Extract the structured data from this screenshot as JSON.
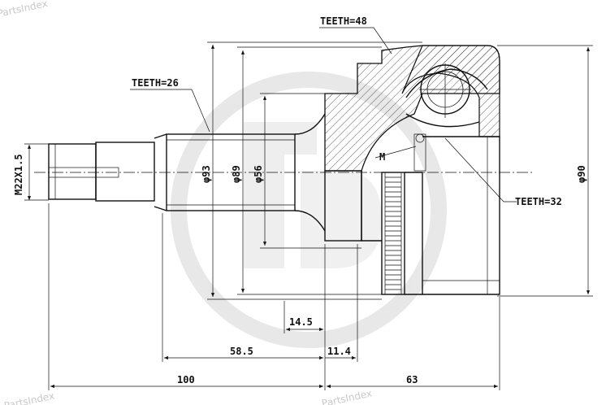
{
  "watermark": {
    "text_left": "PartsIndex",
    "text_bottom_left": "PartsIndex",
    "text_bottom_right": "PartsIndex"
  },
  "labels": {
    "teeth_outer": "TEETH=48",
    "teeth_spline": "TEETH=26",
    "teeth_inner": "TEETH=32",
    "marker": "M",
    "thread": "M22X1.5",
    "dia_93": "φ93",
    "dia_89": "φ89",
    "dia_56": "φ56",
    "dia_90": "φ90",
    "dim_14_5": "14.5",
    "dim_58_5": "58.5",
    "dim_11_4": "11.4",
    "dim_100": "100",
    "dim_63": "63"
  }
}
